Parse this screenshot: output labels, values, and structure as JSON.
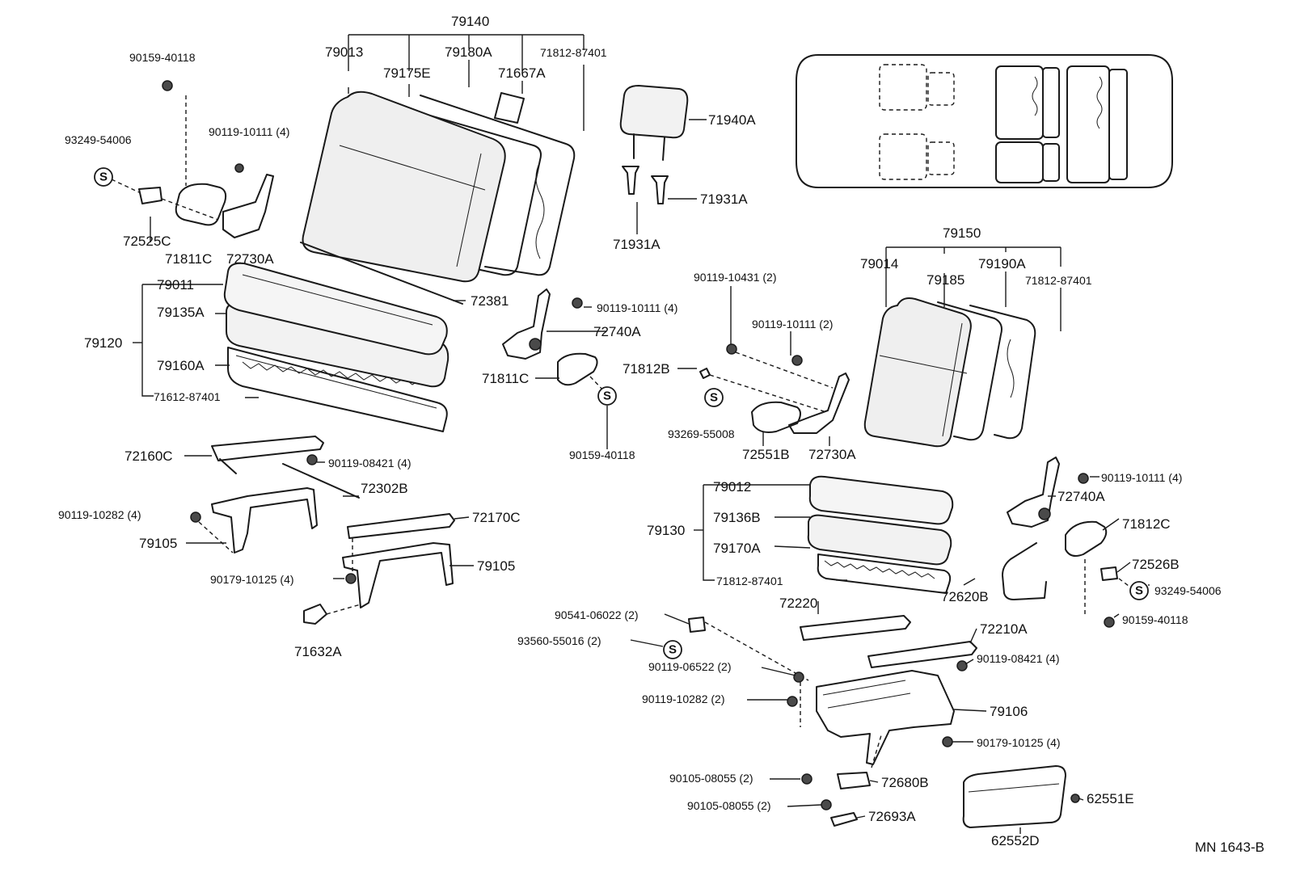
{
  "diagram_code": "MN 1643-B",
  "labels": {
    "p79140": "79140",
    "p79013": "79013",
    "p79175E": "79175E",
    "p79180A": "79180A",
    "p71812_87401_top": "71812-87401",
    "p71667A": "71667A",
    "p90159_40118_tl": "90159-40118",
    "p93249_54006_l": "93249-54006",
    "p90119_10111_4_l": "90119-10111 (4)",
    "p72525C": "72525C",
    "p71811C_l": "71811C",
    "p72730A_l": "72730A",
    "p71940A": "71940A",
    "p71931A_r": "71931A",
    "p71931A_b": "71931A",
    "p79011": "79011",
    "p79135A": "79135A",
    "p79120": "79120",
    "p79160A": "79160A",
    "p71612_87401": "71612-87401",
    "p72381": "72381",
    "p90119_10111_4_m": "90119-10111 (4)",
    "p72740A_m": "72740A",
    "p71811C_m": "71811C",
    "p90159_40118_m": "90159-40118",
    "p72160C": "72160C",
    "p90119_08421_4_l": "90119-08421 (4)",
    "p72302B": "72302B",
    "p90119_10282_4": "90119-10282 (4)",
    "p79105_l": "79105",
    "p72170C": "72170C",
    "p79105_r": "79105",
    "p90179_10125_4_l": "90179-10125 (4)",
    "p71632A": "71632A",
    "p79150": "79150",
    "p79014": "79014",
    "p79185": "79185",
    "p79190A": "79190A",
    "p71812_87401_r": "71812-87401",
    "p90119_10431_2": "90119-10431 (2)",
    "p90119_10111_2": "90119-10111 (2)",
    "p71812B": "71812B",
    "p93269_55008": "93269-55008",
    "p72551B": "72551B",
    "p72730A_r": "72730A",
    "p79012": "79012",
    "p79136B": "79136B",
    "p79130": "79130",
    "p79170A": "79170A",
    "p71812_87401_b": "71812-87401",
    "p90119_10111_4_r": "90119-10111 (4)",
    "p72740A_r": "72740A",
    "p71812C": "71812C",
    "p72526B": "72526B",
    "p93249_54006_r": "93249-54006",
    "p72620B": "72620B",
    "p90159_40118_r": "90159-40118",
    "p72220": "72220",
    "p90541_06022_2": "90541-06022 (2)",
    "p93560_55016_2": "93560-55016 (2)",
    "p72210A": "72210A",
    "p90119_08421_4_r": "90119-08421 (4)",
    "p90119_06522_2": "90119-06522 (2)",
    "p90119_10282_2": "90119-10282 (2)",
    "p79106": "79106",
    "p90179_10125_4_r": "90179-10125 (4)",
    "p90105_08055_2_a": "90105-08055 (2)",
    "p72680B": "72680B",
    "p90105_08055_2_b": "90105-08055 (2)",
    "p72693A": "72693A",
    "p62551E": "62551E",
    "p62552D": "62552D"
  },
  "s_marks": [
    "S",
    "S",
    "S",
    "S",
    "S"
  ]
}
